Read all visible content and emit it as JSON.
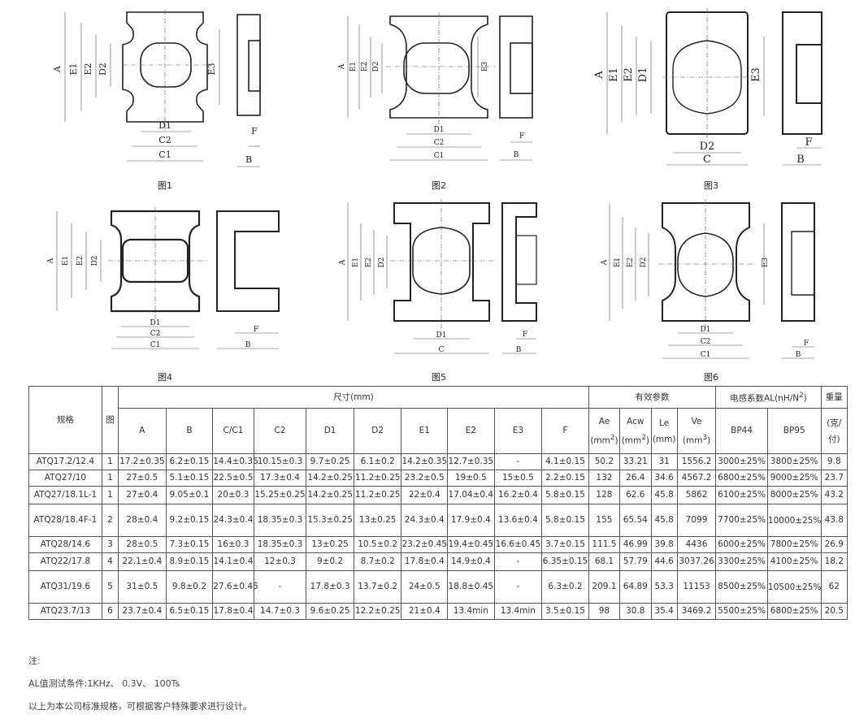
{
  "figures": {
    "captions": [
      "图1",
      "图2",
      "图3",
      "图4",
      "图5",
      "图6"
    ],
    "dim_labels": {
      "A": "A",
      "B": "B",
      "C": "C",
      "C1": "C1",
      "C2": "C2",
      "D1": "D1",
      "D2": "D2",
      "E1": "E1",
      "E2": "E2",
      "E3": "E3",
      "F": "F"
    }
  },
  "table": {
    "headers": {
      "spec": "规格",
      "fig": "图",
      "dims": "尺寸(mm)",
      "eff": "有效参数",
      "al": "电感系数AL(nH/N",
      "al_sup": "2",
      "al_close": ")",
      "weight": "重量",
      "cols": [
        "A",
        "B",
        "C/C1",
        "C2",
        "D1",
        "D2",
        "E1",
        "E2",
        "E3",
        "F"
      ],
      "ae": "Ae",
      "ae_unit": "(mm",
      "ae_sup": "2",
      "acw": "Acw",
      "acw_unit": "(mm",
      "acw_sup": "2",
      "le": "Le",
      "le_unit": "(mm)",
      "ve": "Ve",
      "ve_unit": "(mm",
      "ve_sup": "3",
      "close": ")",
      "bp44": "BP44",
      "bp95": "BP95",
      "weight_unit": "(克/付)"
    },
    "rows": [
      [
        "ATQ17.2/12.4",
        "1",
        "17.2±0.35",
        "6.2±0.15",
        "14.4±0.35",
        "10.15±0.3",
        "9.7±0.25",
        "6.1±0.2",
        "14.2±0.35",
        "12.7±0.35",
        "-",
        "4.1±0.15",
        "50.2",
        "33.21",
        "31",
        "1556.2",
        "3000±25%",
        "3800±25%",
        "9.8"
      ],
      [
        "ATQ27/10",
        "1",
        "27±0.5",
        "5.1±0.15",
        "22.5±0.5",
        "17.3±0.4",
        "14.2±0.25",
        "11.2±0.25",
        "23.2±0.5",
        "19±0.5",
        "15±0.5",
        "2.2±0.15",
        "132",
        "26.4",
        "34.6",
        "4567.2",
        "6800±25%",
        "9000±25%",
        "23.7"
      ],
      [
        "ATQ27/18.1L-1",
        "1",
        "27±0.4",
        "9.05±0.1",
        "20±0.3",
        "15.25±0.25",
        "14.2±0.25",
        "11.2±0.25",
        "22±0.4",
        "17.04±0.4",
        "16.2±0.4",
        "5.8±0.15",
        "128",
        "62.6",
        "45.8",
        "5862",
        "6100±25%",
        "8000±25%",
        "43.2"
      ],
      [
        "ATQ28/18.4F-1",
        "2",
        "28±0.4",
        "9.2±0.15",
        "24.3±0.4",
        "18.35±0.3",
        "15.3±0.25",
        "13±0.25",
        "24.3±0.4",
        "17.9±0.4",
        "13.6±0.4",
        "5.8±0.15",
        "155",
        "65.54",
        "45.8",
        "7099",
        "7700±25%",
        "10000±25%",
        "43.8"
      ],
      [
        "ATQ28/14.6",
        "3",
        "28±0.5",
        "7.3±0.15",
        "16±0.3",
        "18.35±0.3",
        "13±0.25",
        "10.5±0.2",
        "23.2±0.45",
        "19.4±0.45",
        "16.6±0.45",
        "3.7±0.15",
        "111.5",
        "46.99",
        "39.8",
        "4436",
        "6000±25%",
        "7800±25%",
        "26.9"
      ],
      [
        "ATQ22/17.8",
        "4",
        "22.1±0.4",
        "8.9±0.15",
        "14.1±0.4",
        "12±0.3",
        "9±0.2",
        "8.7±0.2",
        "17.8±0.4",
        "14.9±0.4",
        "-",
        "6.35±0.15",
        "68.1",
        "57.79",
        "44.6",
        "3037.26",
        "3300±25%",
        "4100±25%",
        "18.2"
      ],
      [
        "ATQ31/19.6",
        "5",
        "31±0.5",
        "9.8±0.2",
        "27.6±0.45",
        "-",
        "17.8±0.3",
        "13.7±0.2",
        "24±0.5",
        "18.8±0.45",
        "-",
        "6.3±0.2",
        "209.1",
        "64.89",
        "53.3",
        "11153",
        "8500±25%",
        "10500±25%",
        "62"
      ],
      [
        "ATQ23.7/13",
        "6",
        "23.7±0.4",
        "6.5±0.15",
        "17.8±0.4",
        "14.7±0.3",
        "9.6±0.25",
        "12.2±0.25",
        "21±0.4",
        "13.4min",
        "13.4min",
        "3.5±0.15",
        "98",
        "30.8",
        "35.4",
        "3469.2",
        "5500±25%",
        "6800±25%",
        "20.5"
      ]
    ]
  },
  "notes": [
    "注:",
    "AL值测试条件:1KHz、 0.3V、 100Ts",
    "以上为本公司标准规格，可根据客户特殊要求进行设计。"
  ]
}
